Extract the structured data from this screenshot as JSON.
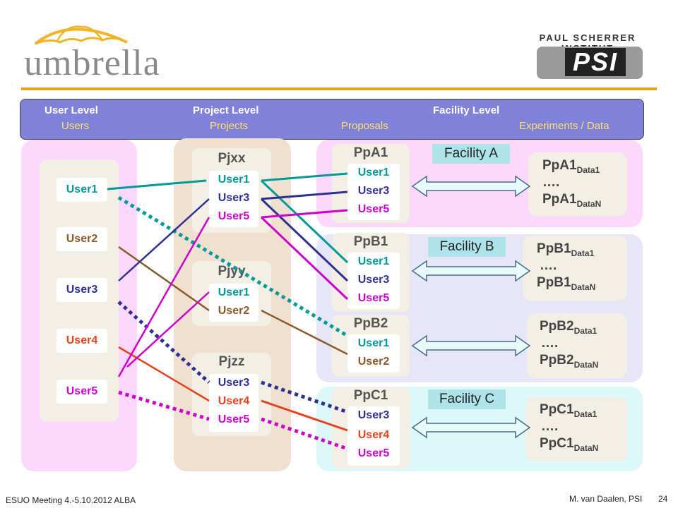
{
  "logos": {
    "umbrella": "umbrella",
    "psi_name": "PAUL SCHERRER INSTITUT",
    "psi_mark": "PSI"
  },
  "header": {
    "user_level": "User Level",
    "users": "Users",
    "project_level": "Project Level",
    "projects": "Projects",
    "facility_level": "Facility Level",
    "proposals": "Proposals",
    "experiments": "Experiments / Data"
  },
  "users": [
    "User1",
    "User2",
    "User3",
    "User4",
    "User5"
  ],
  "projects": [
    {
      "title": "Pjxx",
      "members": [
        "User1",
        "User3",
        "User5"
      ]
    },
    {
      "title": "Pjyy",
      "members": [
        "User1",
        "User2"
      ]
    },
    {
      "title": "Pjzz",
      "members": [
        "User3",
        "User4",
        "User5"
      ]
    }
  ],
  "proposals": [
    {
      "title": "PpA1",
      "members": [
        "User1",
        "User3",
        "User5"
      ]
    },
    {
      "title": "PpB1",
      "members": [
        "User1",
        "User3",
        "User5"
      ]
    },
    {
      "title": "PpB2",
      "members": [
        "User1",
        "User2"
      ]
    },
    {
      "title": "PpC1",
      "members": [
        "User3",
        "User4",
        "User5"
      ]
    }
  ],
  "facilities": [
    "Facility A",
    "Facility B",
    "Facility C"
  ],
  "datasets": [
    {
      "name": "PpA1",
      "first": "Data1",
      "dots": "….",
      "last": "DataN"
    },
    {
      "name": "PpB1",
      "first": "Data1",
      "dots": "….",
      "last": "DataN"
    },
    {
      "name": "PpB2",
      "first": "Data1",
      "dots": "….",
      "last": "DataN"
    },
    {
      "name": "PpC1",
      "first": "Data1",
      "dots": "….",
      "last": "DataN"
    }
  ],
  "colors": {
    "User1": "#009999",
    "User2": "#8b5a2b",
    "User3": "#2e3192",
    "User4": "#e8401c",
    "User5": "#cc00cc"
  },
  "footer": {
    "left": "ESUO Meeting 4.-5.10.2012  ALBA",
    "author": "M. van Daalen, PSI",
    "page": "24"
  }
}
